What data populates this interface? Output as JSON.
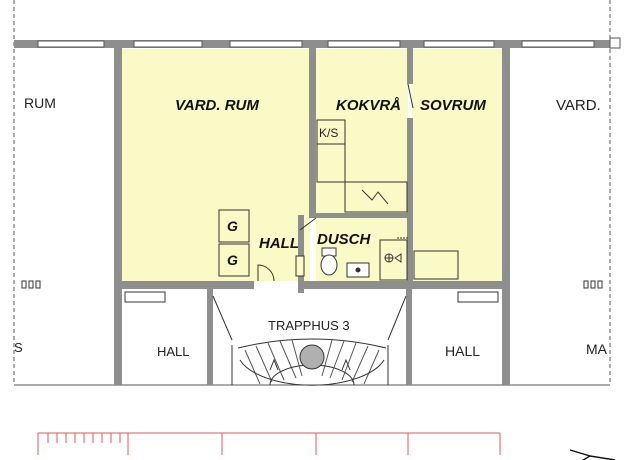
{
  "colors": {
    "room_fill": "#fafac6",
    "wall": "#8e8e8e",
    "line": "#333333",
    "dim": "#e05a5a"
  },
  "labels": {
    "left_room": "RUM",
    "living_room": "VARD. RUM",
    "kitchen": "KOKVRÅ",
    "bedroom": "SOVRUM",
    "right_room": "VARD.",
    "fridge": "K/S",
    "hall_inner": "HALL",
    "shower": "DUSCH",
    "cabinet_1": "G",
    "cabinet_2": "G",
    "stairwell": "TRAPPHUS 3",
    "hall_left": "HALL",
    "hall_right": "HALL",
    "left_edge_fragment": "S",
    "right_edge_fragment": "MA"
  }
}
